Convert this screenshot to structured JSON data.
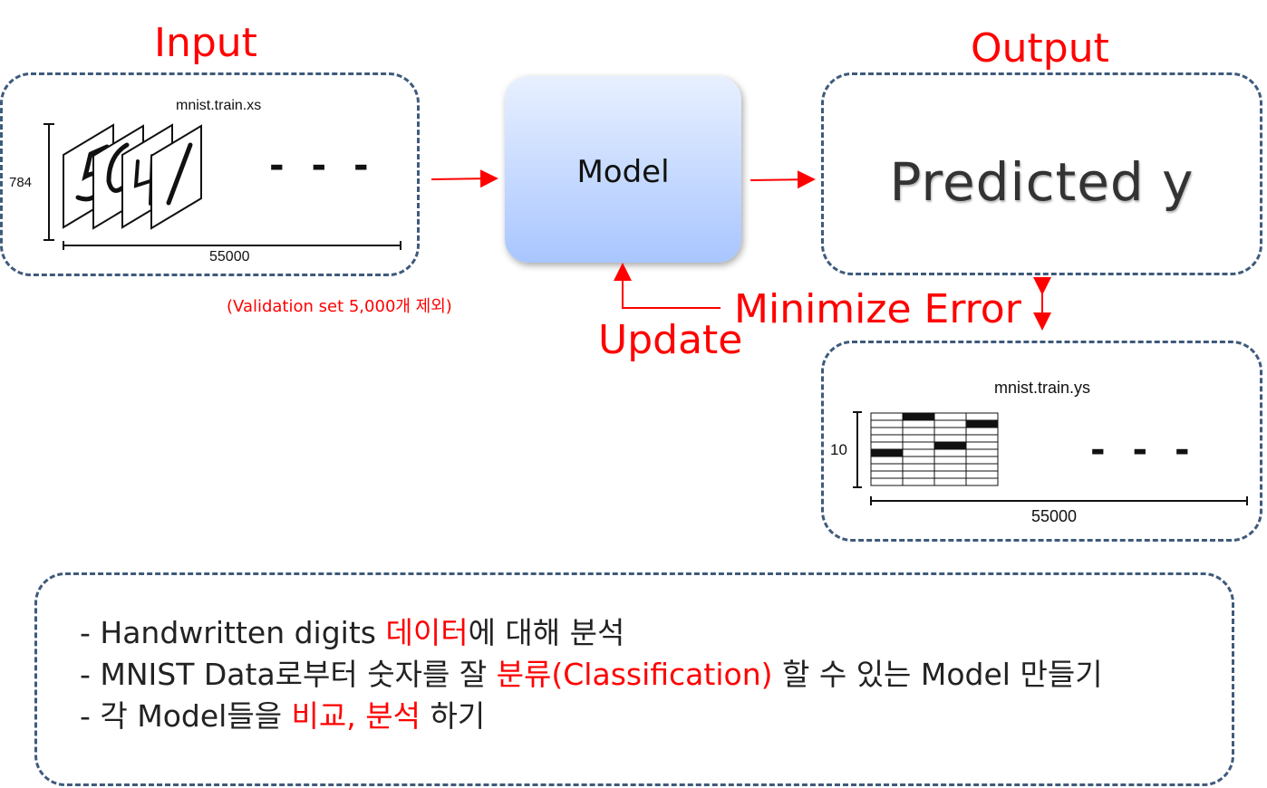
{
  "labels": {
    "input": "Input",
    "output": "Output",
    "model": "Model",
    "predicted": "Predicted y",
    "update": "Update",
    "minimize_error": "Minimize Error"
  },
  "input_panel": {
    "title": "mnist.train.xs",
    "height_label": "784",
    "width_label": "55000",
    "ellipsis": "- - -",
    "note": "(Validation set 5,000개 제외)"
  },
  "label_panel": {
    "title": "mnist.train.ys",
    "height_label": "10",
    "width_label": "55000",
    "ellipsis": "- - -"
  },
  "bullets": [
    {
      "parts": [
        {
          "text": "- Handwritten digits ",
          "highlight": false
        },
        {
          "text": "데이터",
          "highlight": true
        },
        {
          "text": "에 대해 분석",
          "highlight": false
        }
      ]
    },
    {
      "parts": [
        {
          "text": "- MNIST Data로부터 숫자를 잘 ",
          "highlight": false
        },
        {
          "text": "분류(Classification)",
          "highlight": true
        },
        {
          "text": " 할 수 있는 Model 만들기",
          "highlight": false
        }
      ]
    },
    {
      "parts": [
        {
          "text": "- 각 Model들을 ",
          "highlight": false
        },
        {
          "text": "비교, 분석",
          "highlight": true
        },
        {
          "text": " 하기",
          "highlight": false
        }
      ]
    }
  ],
  "colors": {
    "accent": "#ff0000",
    "dashed_border": "#3f5a7c",
    "model_gradient_top": "#e8f0ff",
    "model_gradient_bottom": "#a9c6ff"
  }
}
